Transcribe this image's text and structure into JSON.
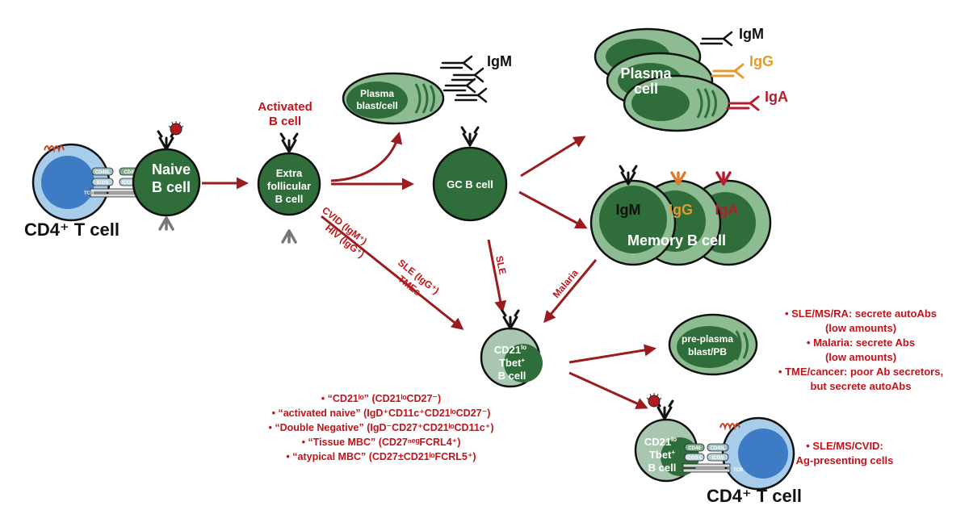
{
  "colors": {
    "arrow": "#9b1c1f",
    "label_red": "#c0131a",
    "cell_dark": "#2f6e3a",
    "cell_light": "#8dbc92",
    "cell_pale": "#a8c6b0",
    "tcell_light": "#a8cdea",
    "tcell_dark": "#3d7cc4",
    "igm": "#111111",
    "igg": "#e49a2c",
    "iga": "#b41e2d"
  },
  "cells": {
    "tcell_left": "CD4⁺ T cell",
    "tcell_right": "CD4⁺ T cell",
    "naive_l1": "Naive",
    "naive_l2": "B cell",
    "activated_l1": "Activated",
    "activated_l2": "B cell",
    "ef_l1": "Extra",
    "ef_l2": "follicular",
    "ef_l3": "B cell",
    "pb_l1": "Plasma",
    "pb_l2": "blast/cell",
    "gc": "GC B cell",
    "pc_l1": "Plasma",
    "pc_l2": "cell",
    "memory": "Memory B cell",
    "cd21_l1": "CD21",
    "cd21_sup": "lo",
    "cd21_l2": "Tbet",
    "cd21_l2_sup": "+",
    "cd21_l3": "B cell",
    "preplasma_l1": "pre-plasma",
    "preplasma_l2": "blast/PB"
  },
  "isotypes": {
    "igm": "IgM",
    "igg": "IgG",
    "iga": "IgA"
  },
  "synapse_left": [
    "CD40L",
    "CD40",
    "ICOS",
    "ICOS-L",
    "TCR"
  ],
  "synapse_right": [
    "CD40",
    "CD40L",
    "ICOS-L",
    "ICOS",
    "TCR"
  ],
  "arrow_labels": {
    "cvid": "CVID (IgM⁺)",
    "hiv": "HIV (IgG⁺)",
    "sle_igg": "SLE (IgG⁺)",
    "tmes": "TMEs",
    "sle": "SLE",
    "malaria": "Malaria"
  },
  "nomenclature": [
    "• “CD21ˡᵒ” (CD21ˡᵒCD27⁻)",
    "• “activated naive” (IgD⁺CD11c⁺CD21ˡᵒCD27⁻)",
    "• “Double Negative” (IgD⁻CD27⁺CD21ˡᵒCD11c⁺)",
    "• “Tissue MBC” (CD27ⁿᵉᵍFCRL4⁺)",
    "• “atypical MBC” (CD27±CD21ˡᵒFCRL5⁺)"
  ],
  "outcomes_secretion": [
    "• SLE/MS/RA: secrete autoAbs",
    "(low amounts)",
    "• Malaria: secrete Abs",
    "(low amounts)",
    "• TME/cancer: poor Ab secretors,",
    "but secrete autoAbs"
  ],
  "outcomes_presentation": [
    "• SLE/MS/CVID:",
    "Ag-presenting cells"
  ]
}
